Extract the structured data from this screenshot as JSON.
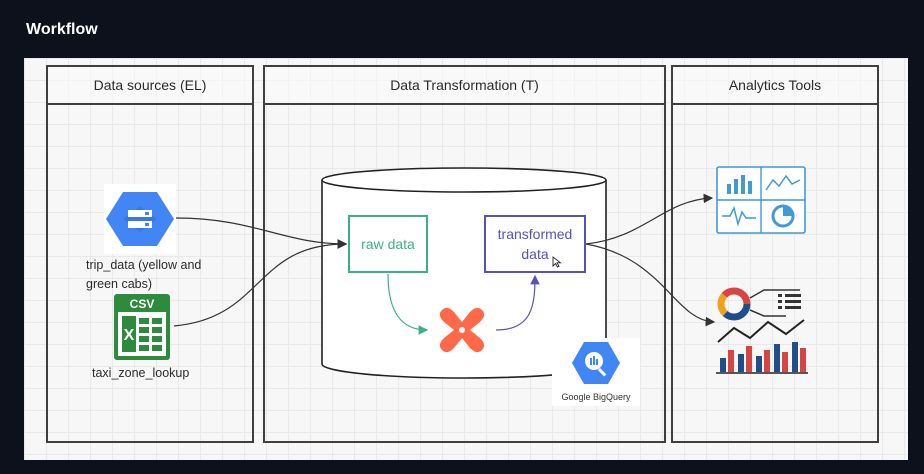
{
  "page_title": "Workflow",
  "lanes": [
    {
      "header": "Data sources (EL)"
    },
    {
      "header": "Data Transformation (T)"
    },
    {
      "header": "Analytics Tools"
    }
  ],
  "sources": {
    "trip_data_label": "trip_data (yellow and green cabs)",
    "trip_data_icon": "cloud-storage-icon",
    "csv_badge": "CSV",
    "taxi_zone_label": "taxi_zone_lookup",
    "csv_icon": "excel-csv-icon"
  },
  "transform": {
    "raw_data": "raw data",
    "transformed_data": "transformed data",
    "dbt_icon": "dbt-icon",
    "bigquery_label": "Google BigQuery",
    "bigquery_icon": "bigquery-icon"
  },
  "analytics": {
    "dashboard_icon": "dashboard-icon",
    "report_icon": "analytics-report-icon"
  },
  "colors": {
    "raw_data": "#3dae8a",
    "transformed_data": "#5553b8",
    "gcp_blue": "#4285f4",
    "dbt_orange": "#ff694a",
    "csv_green": "#2e8b3e",
    "dashboard_blue": "#3f9ad6"
  }
}
